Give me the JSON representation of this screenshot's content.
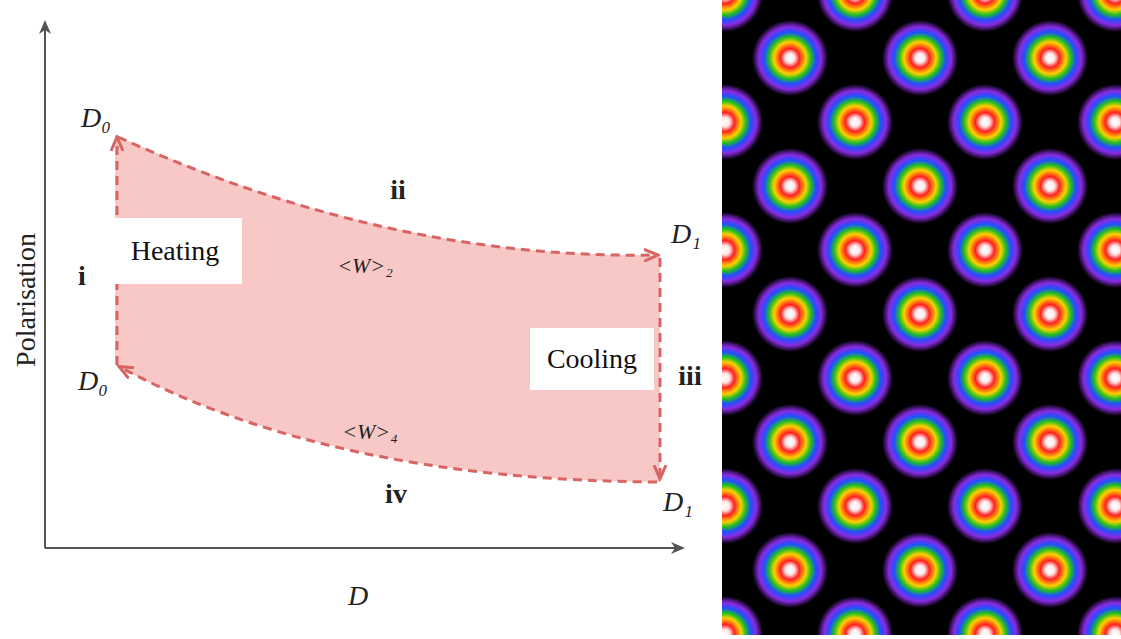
{
  "diagram": {
    "nodes": [
      {
        "text": [
          "Heating"
        ]
      },
      {
        "text": [
          "Cooling"
        ]
      }
    ],
    "labels": [
      "Polarisation",
      "D",
      "D₀",
      "D₀",
      "D₁",
      "D₁",
      "i",
      "ii",
      "iii",
      "iv",
      "<W>₂",
      "<W>₄"
    ]
  }
}
